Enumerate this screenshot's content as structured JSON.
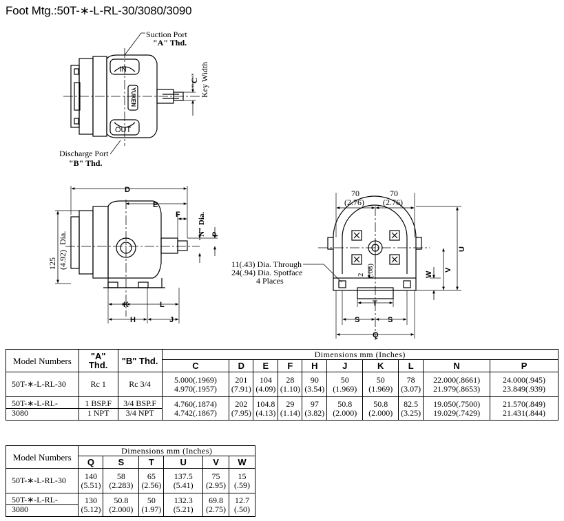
{
  "title": "Foot Mtg.:50T-∗-L-RL-30/3080/3090",
  "labels": {
    "suction_port": "Suction Port",
    "suction_thd": "\"A\" Thd.",
    "discharge_port": "Discharge Port",
    "discharge_thd": "\"B\" Thd.",
    "in_port": "IN",
    "out_port": "OUT",
    "brand": "YUKEN",
    "key_width": "Key Width",
    "c_label": "\"C\"",
    "n_label": "\"N\" Dia.",
    "dia_125": "125",
    "dia_125_in": "(4.92)",
    "dia_word": "Dia.",
    "hole_line1": "11(.43) Dia. Through",
    "hole_line2": "24(.94) Dia. Spotface",
    "hole_line3": "4 Places",
    "w70a": "70",
    "w70a_in": "(2.76)",
    "w70b": "70",
    "w70b_in": "(2.76)",
    "two": "2",
    "two_in": "(.08)",
    "letters": {
      "D": "D",
      "E": "E",
      "F": "F",
      "P": "P",
      "K": "K",
      "L": "L",
      "H": "H",
      "J": "J",
      "T": "T",
      "S1": "S",
      "S2": "S",
      "Q": "Q",
      "U": "U",
      "V": "V",
      "W": "W"
    }
  },
  "table1": {
    "model_header": "Model Numbers",
    "a_header": "\"A\" Thd.",
    "b_header": "\"B\" Thd.",
    "dims_header": "Dimensions  mm  (Inches)",
    "columns": [
      "C",
      "D",
      "E",
      "F",
      "H",
      "J",
      "K",
      "L",
      "N",
      "P"
    ],
    "row1": {
      "model": "50T-∗-L-RL-30",
      "a": "Rc 1",
      "b": "Rc 3/4",
      "C": [
        "5.000(.1969)",
        "4.970(.1957)"
      ],
      "D": [
        "201",
        "(7.91)"
      ],
      "E": [
        "104",
        "(4.09)"
      ],
      "F": [
        "28",
        "(1.10)"
      ],
      "H": [
        "90",
        "(3.54)"
      ],
      "J": [
        "50",
        "(1.969)"
      ],
      "K": [
        "50",
        "(1.969)"
      ],
      "L": [
        "78",
        "(3.07)"
      ],
      "N": [
        "22.000(.8661)",
        "21.979(.8653)"
      ],
      "P": [
        "24.000(.945)",
        "23.849(.939)"
      ]
    },
    "row2": {
      "model": [
        "50T-∗-L-RL-",
        "3080"
      ],
      "a": [
        "1 BSP.F",
        "1 NPT"
      ],
      "b": [
        "3/4 BSP.F",
        "3/4 NPT"
      ],
      "C": [
        "4.760(.1874)",
        "4.742(.1867)"
      ],
      "D": [
        "202",
        "(7.95)"
      ],
      "E": [
        "104.8",
        "(4.13)"
      ],
      "F": [
        "29",
        "(1.14)"
      ],
      "H": [
        "97",
        "(3.82)"
      ],
      "J": [
        "50.8",
        "(2.000)"
      ],
      "K": [
        "50.8",
        "(2.000)"
      ],
      "L": [
        "82.5",
        "(3.25)"
      ],
      "N": [
        "19.050(.7500)",
        "19.029(.7429)"
      ],
      "P": [
        "21.570(.849)",
        "21.431(.844)"
      ]
    }
  },
  "table2": {
    "model_header": "Model Numbers",
    "dims_header": "Dimensions  mm  (Inches)",
    "columns": [
      "Q",
      "S",
      "T",
      "U",
      "V",
      "W"
    ],
    "row1": {
      "model": "50T-∗-L-RL-30",
      "Q": [
        "140",
        "(5.51)"
      ],
      "S": [
        "58",
        "(2.283)"
      ],
      "T": [
        "65",
        "(2.56)"
      ],
      "U": [
        "137.5",
        "(5.41)"
      ],
      "V": [
        "75",
        "(2.95)"
      ],
      "W": [
        "15",
        "(.59)"
      ]
    },
    "row2": {
      "model": [
        "50T-∗-L-RL-",
        "3080"
      ],
      "Q": [
        "130",
        "(5.12)"
      ],
      "S": [
        "50.8",
        "(2.000)"
      ],
      "T": [
        "50",
        "(1.97)"
      ],
      "U": [
        "132.3",
        "(5.21)"
      ],
      "V": [
        "69.8",
        "(2.75)"
      ],
      "W": [
        "12.7",
        "(.50)"
      ]
    }
  }
}
